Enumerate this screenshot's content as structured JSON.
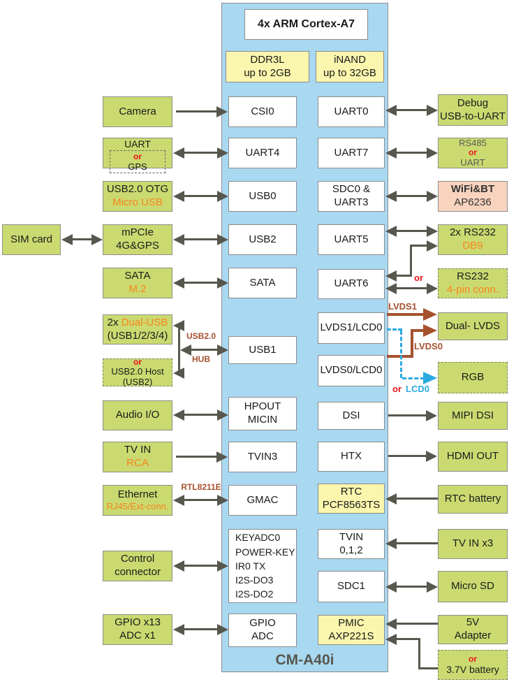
{
  "module": {
    "name": "CM-A40i",
    "cpu": "4x ARM Cortex-A7",
    "memory": [
      {
        "line1": "DDR3L",
        "line2": "up to 2GB"
      },
      {
        "line1": "iNAND",
        "line2": "up to 32GB"
      }
    ],
    "ports_left": {
      "csi0": "CSI0",
      "uart4": "UART4",
      "usb0": "USB0",
      "usb2": "USB2",
      "sata": "SATA",
      "usb1": "USB1",
      "hpout": "HPOUT",
      "micin": "MICIN",
      "tvin3": "TVIN3",
      "gmac": "GMAC",
      "keyadc": [
        "KEYADC0",
        "POWER-KEY",
        "IR0 TX",
        "I2S-DO3",
        "I2S-DO2"
      ],
      "gpio": "GPIO",
      "adc": "ADC"
    },
    "ports_right": {
      "uart0": "UART0",
      "uart7": "UART7",
      "sdc0_line1": "SDC0 &",
      "sdc0_line2": "UART3",
      "uart5": "UART5",
      "uart6": "UART6",
      "lvds1": "LVDS1/LCD0",
      "lvds0": "LVDS0/LCD0",
      "dsi": "DSI",
      "htx": "HTX",
      "rtc_line1": "RTC",
      "rtc_line2": "PCF8563TS",
      "tvin_line1": "TVIN",
      "tvin_line2": "0,1,2",
      "sdc1": "SDC1",
      "pmic_line1": "PMIC",
      "pmic_line2": "AXP221S"
    }
  },
  "left_peripherals": {
    "camera": "Camera",
    "uart_gps": {
      "line1": "UART",
      "or": "or",
      "line2": "GPS"
    },
    "usb_otg": {
      "line1": "USB2.0 OTG",
      "line2": "Micro USB"
    },
    "sim_card": "SIM card",
    "mpcie": {
      "line1": "mPCIe",
      "line2": "4G&GPS"
    },
    "sata": {
      "line1": "SATA",
      "line2": "M.2"
    },
    "dual_usb": {
      "prefix": "2x",
      "highlight": "Dual-USB",
      "line2": "(USB1/2/3/4)"
    },
    "usb_host": {
      "or": "or",
      "line1": "USB2.0 Host",
      "line2": "(USB2)"
    },
    "audio": "Audio I/O",
    "tv_in": {
      "line1": "TV IN",
      "line2": "RCA"
    },
    "ethernet": {
      "line1": "Ethernet",
      "line2": "RJ45/Ext-conn."
    },
    "control": {
      "line1": "Control",
      "line2": "connector"
    },
    "gpio": {
      "line1": "GPIO x13",
      "line2": "ADC x1"
    }
  },
  "right_peripherals": {
    "debug": {
      "line1": "Debug",
      "line2": "USB-to-UART"
    },
    "rs485": {
      "line1": "RS485",
      "or": "or",
      "line2": "UART"
    },
    "wifi": {
      "line1": "WiFi&BT",
      "line2": "AP6236"
    },
    "rs232": {
      "line1": "2x RS232",
      "line2": "DB9"
    },
    "rs232_4pin": {
      "line1": "RS232",
      "line2": "4-pin conn."
    },
    "dual_lvds": "Dual- LVDS",
    "rgb": "RGB",
    "mipi_dsi": "MIPI DSI",
    "hdmi": "HDMI OUT",
    "rtc_battery": "RTC battery",
    "tv_in_x3": "TV IN x3",
    "micro_sd": "Micro SD",
    "adapter": {
      "line1": "5V",
      "line2": "Adapter"
    },
    "battery": {
      "or": "or",
      "line1": "3.7V battery"
    }
  },
  "bus_labels": {
    "usb20": "USB2.0",
    "hub": "HUB",
    "rtl8211e": "RTL8211E",
    "lvds1": "LVDS1",
    "lvds0": "LVDS0",
    "lcd0_or": "or",
    "lcd0": "LCD0",
    "uart6_or": "or"
  },
  "colors": {
    "module_bg": "#A9D8F1",
    "peripheral_green": "#CBDA70",
    "memory_yellow": "#FBF6AE",
    "wifi_pink": "#F8D4BE",
    "arrow_gray": "#57574E",
    "bus_brown": "#A5512E",
    "lcd_blue": "#2CA9E1",
    "accent_orange": "#F6851F",
    "accent_red": "#E8121B"
  }
}
